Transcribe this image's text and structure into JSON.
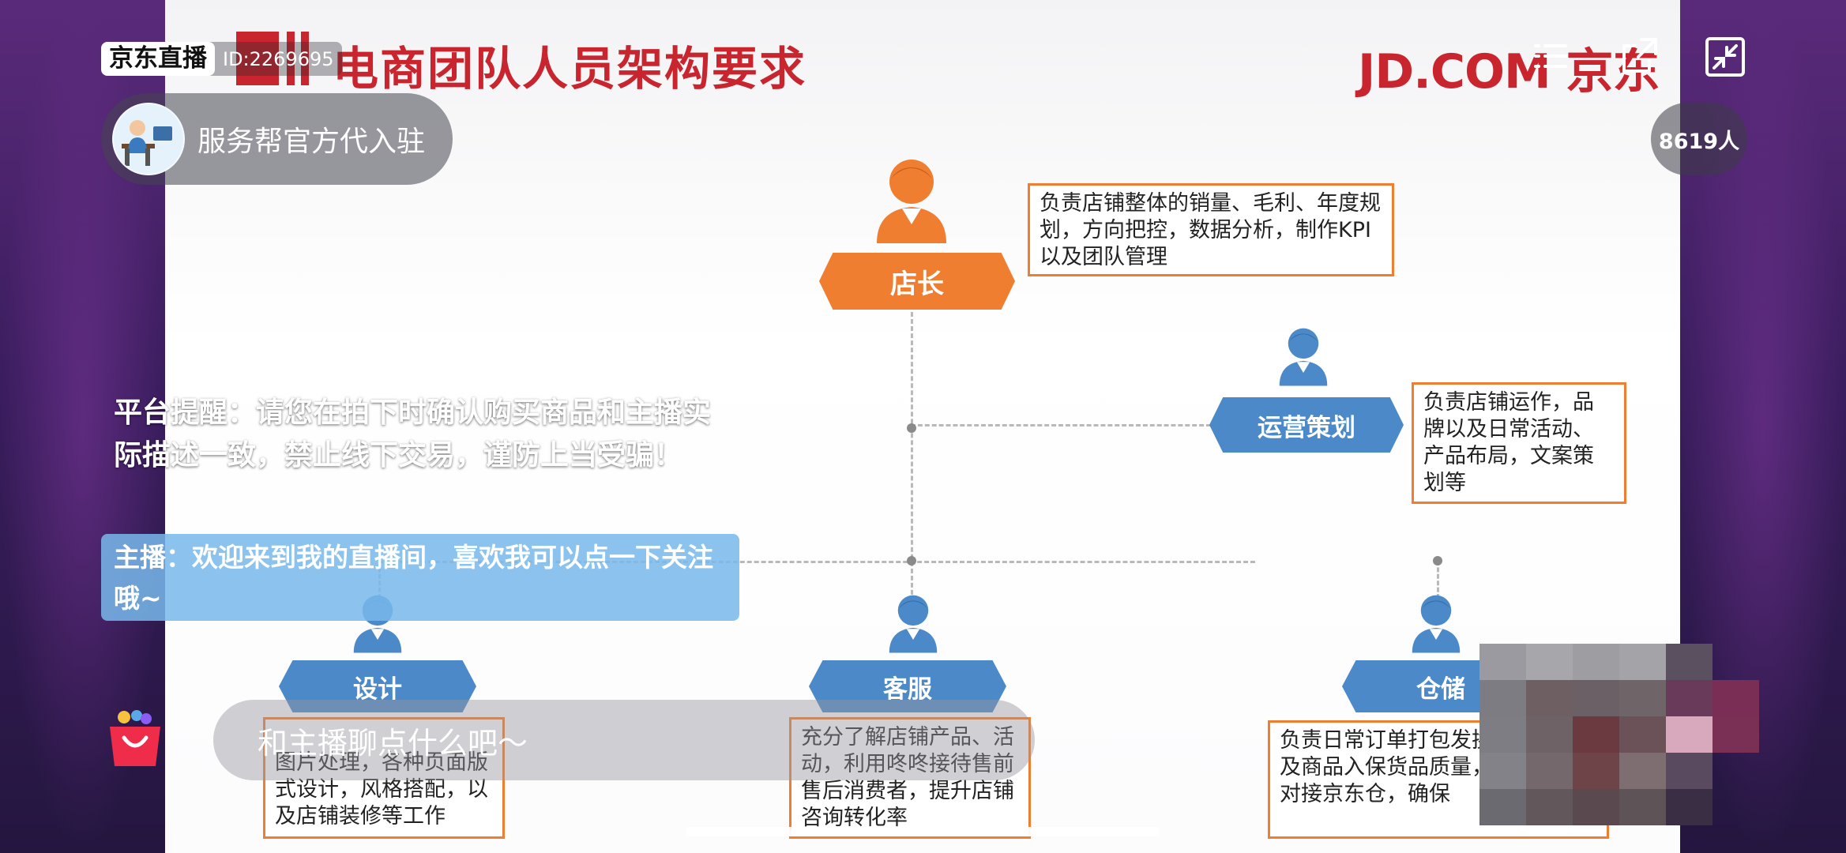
{
  "header": {
    "platform_logo": "京东直播",
    "room_id": "ID:2269695",
    "anchor_name": "服务帮官方代入驻",
    "viewer_count": "8619人"
  },
  "slide": {
    "title": "电商团队人员架构要求",
    "brand": "JD.COM 京东",
    "roles": {
      "manager": {
        "label": "店长",
        "desc": "负责店铺整体的销量、毛利、年度规划，方向把控，数据分析，制作KPI以及团队管理"
      },
      "operations": {
        "label": "运营策划",
        "desc": "负责店铺运作，品牌以及日常活动、产品布局，文案策划等"
      },
      "design": {
        "label": "设计",
        "desc": "图片处理，各种页面版式设计，风格搭配，以及店铺装修等工作"
      },
      "service": {
        "label": "客服",
        "desc": "充分了解店铺产品、活动，利用咚咚接待售前售后消费者，提升店铺咨询转化率"
      },
      "warehouse": {
        "label": "仓储",
        "desc": "负责日常订单打包发换货处理以及商品入保货品质量，若入仓时对接京东仓，确保"
      }
    }
  },
  "overlay": {
    "platform_notice": "平台提醒：请您在拍下时确认购买商品和主播实际描述一致，禁止线下交易，谨防上当受骗！",
    "host_message": "主播：欢迎来到我的直播间，喜欢我可以点一下关注哦~",
    "chat_placeholder": "和主播聊点什么吧～"
  },
  "icons": {
    "menu": "menu-icon",
    "share": "share-icon",
    "minimize": "minimize-window-icon",
    "cart": "shopping-bag-icon"
  },
  "colors": {
    "accent_red": "#c9252f",
    "manager_orange": "#ef7e30",
    "role_blue": "#4b89c8",
    "host_msg_bg": "#78b9eb"
  }
}
